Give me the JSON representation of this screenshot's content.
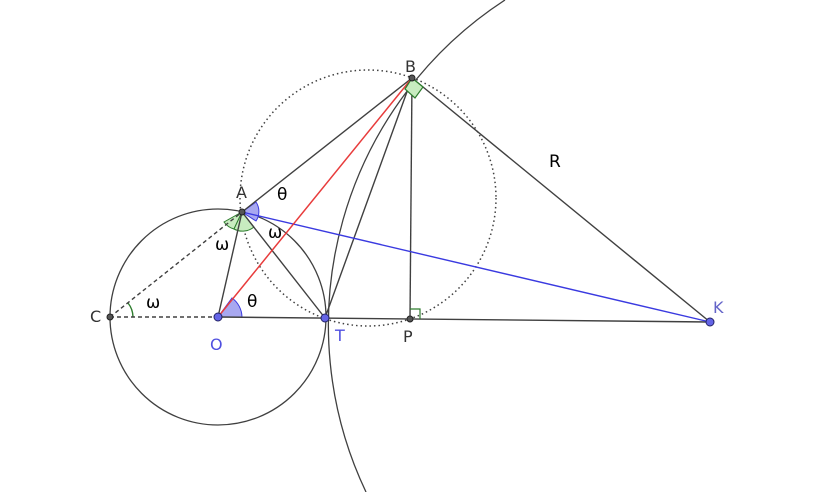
{
  "diagram": {
    "points": {
      "A": "A",
      "B": "B",
      "C": "C",
      "O": "O",
      "T": "T",
      "P": "P",
      "K": "K"
    },
    "segment_labels": {
      "R": "R"
    },
    "angle_labels": {
      "theta_at_A": "θ",
      "theta_at_O": "θ",
      "omega_at_C": "ω",
      "omega_left_A": "ω",
      "omega_right_A": "ω"
    },
    "colors": {
      "line": "#404040",
      "red_line": "#e83c3c",
      "blue_line": "#3a3ae0",
      "blue_label": "#5050e0",
      "blue_fill": "#a8a8f0",
      "green_mark": "#2e7d2e",
      "green_fill": "#c8ecc0",
      "point_fill": "#6464e6"
    }
  }
}
